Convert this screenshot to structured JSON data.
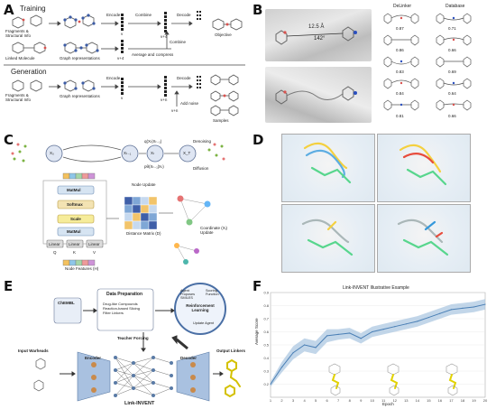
{
  "panels": {
    "A": {
      "label": "A",
      "training_title": "Training",
      "generation_title": "Generation",
      "fragments_label": "Fragments &\nStructural Info",
      "linked_label": "Linked Molecule",
      "graph_label": "Graph representations",
      "graph_label_gen": "Graph representations",
      "encode": "Encode",
      "encode_gen": "Encode",
      "combine": "Combine",
      "combine2": "Combine",
      "decode": "Decode",
      "decode_gen": "Decode",
      "objective": "Objective",
      "average": "Average and compress",
      "add_noise": "Add noise",
      "samples": "Samples",
      "v": "v",
      "v2": "v",
      "v4": "v+4",
      "v4b": "v+4",
      "vn": "v+n",
      "vn2": "v+n"
    },
    "B": {
      "label": "B",
      "col1": "DeLinker",
      "col2": "Database",
      "distance": "12.5 Å",
      "angle": "142°",
      "scores_left": [
        "0.87",
        "0.86",
        "0.83",
        "0.84",
        "0.81"
      ],
      "scores_right": [
        "0.71",
        "0.66",
        "0.69",
        "0.64",
        "0.66"
      ]
    },
    "C": {
      "label": "C",
      "x0": "X₀",
      "xt1": "Xₜ₋₁",
      "xt": "Xₜ",
      "xT": "X_T",
      "q": "q(Xₜ|Xₜ₋₁)",
      "p": "pθ(Xₜ₋₁|Xₜ)",
      "denoising": "Denoising",
      "diffusion": "Diffusion",
      "node_update": "Node Update",
      "matmul": "MatMul",
      "softmax": "Softmax",
      "scale": "Scale",
      "matmul2": "MatMul",
      "linear": "Linear",
      "q_label": "Q",
      "k_label": "K",
      "v_label": "V",
      "distance_matrix": "Distance Matrix (D)",
      "coord_update": "Coordinate (Xᵢ) Update",
      "node_features": "Node Features (H)"
    },
    "D": {
      "label": "D"
    },
    "E": {
      "label": "E",
      "chembl": "ChEMBL",
      "data_prep": "Data Preparation",
      "data_prep_items": "Drug-like Compounds\nReaction-based Slicing\nFilter Linkers",
      "rl_title": "Reinforcement Learning",
      "rl_items": [
        "Agent Proposes SMILES",
        "Scoring Function",
        "Update Agent"
      ],
      "teacher": "Teacher Forcing",
      "input_warheads": "Input Warheads",
      "encoder": "Encoder",
      "decoder": "Decoder",
      "output_linkers": "Output Linkers",
      "model": "Link-INVENT"
    },
    "F": {
      "label": "F",
      "chart_data": {
        "type": "line",
        "title": "Link-INVENT Illustrative Example",
        "xlabel": "Epoch",
        "ylabel": "Average Score",
        "x": [
          1,
          2,
          3,
          4,
          5,
          6,
          7,
          8,
          9,
          10,
          11,
          12,
          13,
          14,
          15,
          16,
          17,
          18,
          19,
          20
        ],
        "y": [
          0.2,
          0.33,
          0.44,
          0.5,
          0.48,
          0.57,
          0.58,
          0.59,
          0.55,
          0.6,
          0.62,
          0.64,
          0.66,
          0.68,
          0.71,
          0.74,
          0.77,
          0.78,
          0.79,
          0.81
        ],
        "band_low": [
          0.18,
          0.29,
          0.39,
          0.45,
          0.43,
          0.52,
          0.54,
          0.55,
          0.51,
          0.56,
          0.58,
          0.6,
          0.62,
          0.64,
          0.67,
          0.7,
          0.73,
          0.74,
          0.75,
          0.77
        ],
        "band_high": [
          0.22,
          0.37,
          0.49,
          0.55,
          0.53,
          0.62,
          0.62,
          0.63,
          0.59,
          0.64,
          0.66,
          0.68,
          0.7,
          0.72,
          0.75,
          0.78,
          0.81,
          0.82,
          0.83,
          0.85
        ],
        "xlim": [
          1,
          20
        ],
        "ylim": [
          0.1,
          0.9
        ],
        "yticks": [
          "0.2",
          "0.3",
          "0.4",
          "0.5",
          "0.6",
          "0.7",
          "0.8",
          "0.9"
        ],
        "xticks": [
          "1",
          "2",
          "3",
          "4",
          "5",
          "6",
          "7",
          "8",
          "9",
          "10",
          "11",
          "12",
          "13",
          "14",
          "15",
          "16",
          "17",
          "18",
          "19",
          "20"
        ],
        "line_color": "#4a7fb5",
        "band_color": "#a8c4e0"
      }
    }
  }
}
